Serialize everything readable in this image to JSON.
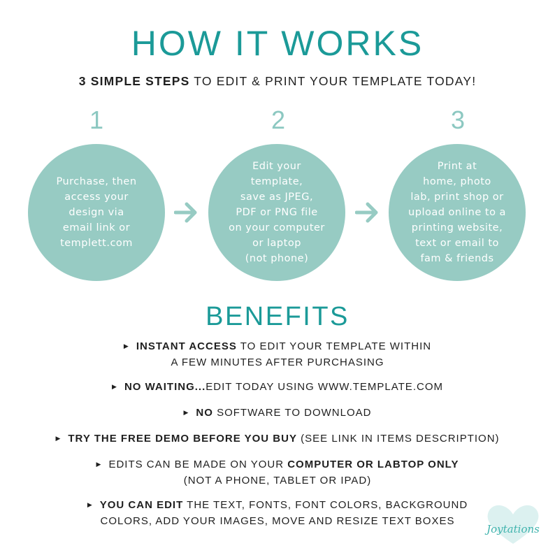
{
  "title": "HOW IT WORKS",
  "subtitle": {
    "bold": "3 SIMPLE STEPS",
    "rest": " TO EDIT & PRINT YOUR TEMPLATE TODAY!"
  },
  "steps": [
    {
      "number": "1",
      "text": "Purchase, then\naccess your\ndesign via\nemail link or\ntemplett.com"
    },
    {
      "number": "2",
      "text": "Edit your\ntemplate,\nsave as JPEG,\nPDF or PNG file\non your computer\nor laptop\n(not phone)"
    },
    {
      "number": "3",
      "text": "Print at\nhome, photo\nlab, print shop or\nupload online to a\nprinting website,\ntext or email to\nfam & friends"
    }
  ],
  "benefits_title": "BENEFITS",
  "bullet": "▶",
  "benefits": [
    {
      "pre": "",
      "bold": "INSTANT ACCESS",
      "post": " TO EDIT YOUR TEMPLATE WITHIN",
      "line2": "A FEW MINUTES AFTER PURCHASING"
    },
    {
      "pre": "",
      "bold": "NO WAITING...",
      "post": "EDIT TODAY USING WWW.TEMPLATE.COM",
      "line2": ""
    },
    {
      "pre": "",
      "bold": "NO",
      "post": " SOFTWARE TO DOWNLOAD",
      "line2": ""
    },
    {
      "pre": "",
      "bold": "TRY THE FREE DEMO BEFORE YOU BUY",
      "post": " (SEE LINK IN ITEMS DESCRIPTION)",
      "line2": ""
    },
    {
      "pre": "EDITS CAN BE MADE ON YOUR ",
      "bold": "COMPUTER OR LABTOP ONLY",
      "post": "",
      "line2": "(NOT A PHONE, TABLET OR IPAD)"
    },
    {
      "pre": "",
      "bold": "YOU CAN EDIT",
      "post": " THE TEXT, FONTS, FONT COLORS, BACKGROUND",
      "line2": "COLORS, ADD YOUR IMAGES, MOVE AND RESIZE TEXT BOXES"
    }
  ],
  "logo_text": "Joytations",
  "colors": {
    "accent": "#1b9a98",
    "circle": "#97cbc3",
    "number": "#8cc8c1"
  }
}
